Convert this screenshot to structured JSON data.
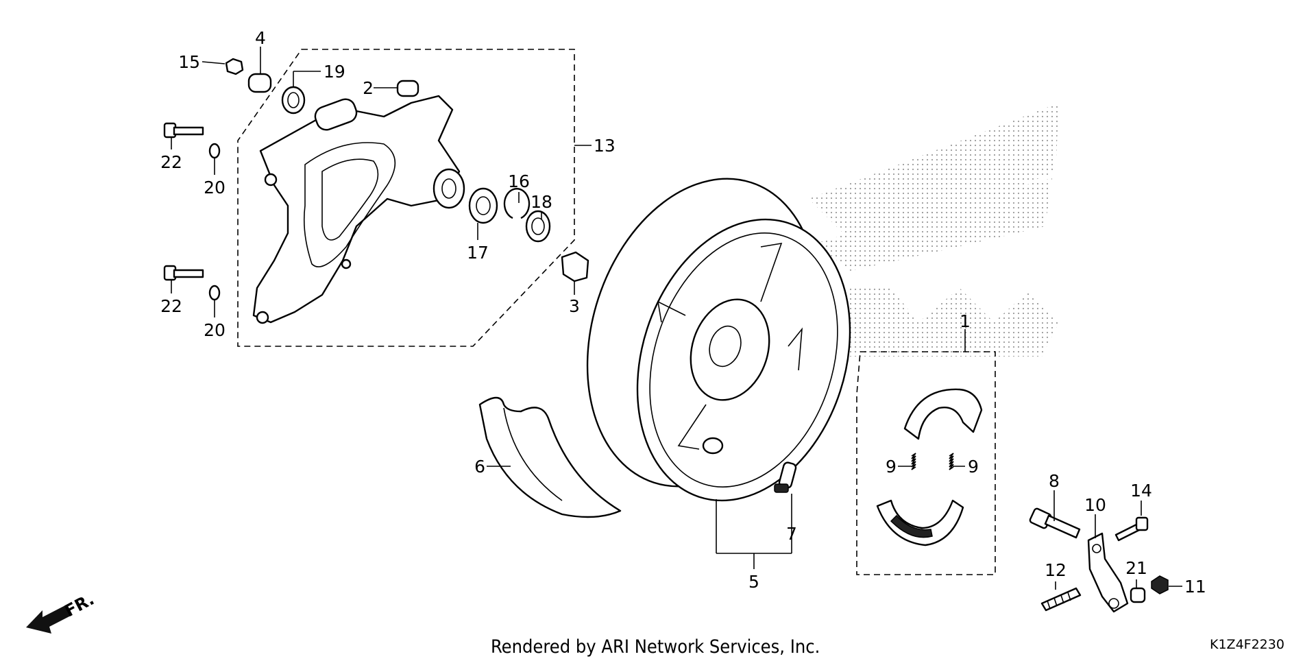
{
  "diagram": {
    "parts": [
      {
        "num": "1"
      },
      {
        "num": "2"
      },
      {
        "num": "3"
      },
      {
        "num": "4"
      },
      {
        "num": "5"
      },
      {
        "num": "6"
      },
      {
        "num": "7"
      },
      {
        "num": "8"
      },
      {
        "num": "9"
      },
      {
        "num": "9"
      },
      {
        "num": "10"
      },
      {
        "num": "11"
      },
      {
        "num": "12"
      },
      {
        "num": "13"
      },
      {
        "num": "14"
      },
      {
        "num": "15"
      },
      {
        "num": "16"
      },
      {
        "num": "17"
      },
      {
        "num": "18"
      },
      {
        "num": "19"
      },
      {
        "num": "20"
      },
      {
        "num": "20"
      },
      {
        "num": "21"
      },
      {
        "num": "22"
      },
      {
        "num": "22"
      }
    ],
    "direction_label": "FR.",
    "footer": "Rendered by ARI Network Services, Inc.",
    "diagram_code": "K1Z4F2230",
    "logo_icon": "honda-wing-watermark-icon"
  }
}
